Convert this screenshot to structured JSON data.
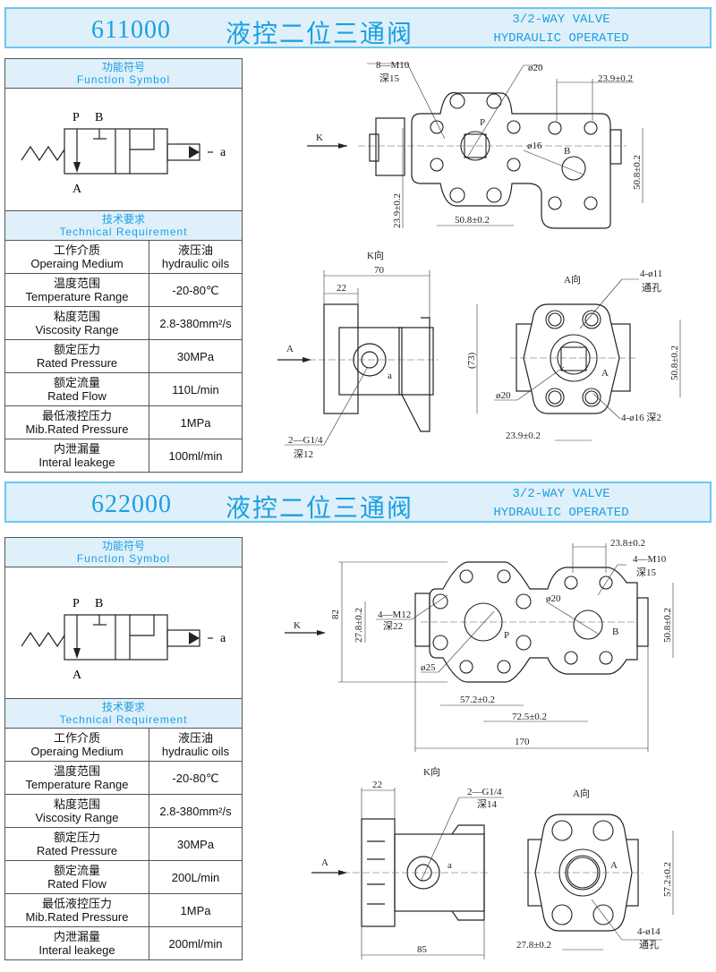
{
  "sections": [
    {
      "model": "611000",
      "title_cn": "液控二位三通阀",
      "title_en_line1": "3/2-WAY VALVE",
      "title_en_line2": "HYDRAULIC OPERATED",
      "function_symbol": {
        "title_cn": "功能符号",
        "title_en": "Function Symbol",
        "port_p": "P",
        "port_b": "B",
        "port_a": "A",
        "pilot": "a"
      },
      "tech": {
        "title_cn": "技术要求",
        "title_en": "Technical Requirement",
        "rows": [
          {
            "cn": "工作介质",
            "en": "Operaing Medium",
            "value_cn": "液压油",
            "value": "hydraulic oils"
          },
          {
            "cn": "温度范围",
            "en": "Temperature Range",
            "value": "-20-80℃"
          },
          {
            "cn": "粘度范围",
            "en": "Viscosity Range",
            "value": "2.8-380mm²/s"
          },
          {
            "cn": "额定压力",
            "en": "Rated Pressure",
            "value": "30MPa"
          },
          {
            "cn": "额定流量",
            "en": "Rated Flow",
            "value": "110L/min"
          },
          {
            "cn": "最低液控压力",
            "en": "Mib.Rated Pressure",
            "value": "1MPa"
          },
          {
            "cn": "内泄漏量",
            "en": "Interal leakege",
            "value": "100ml/min"
          }
        ]
      },
      "drawing": {
        "k": "K",
        "thread": "8—M10",
        "thread_depth": "深15",
        "dia_p": "ø20",
        "dim_top": "23.9±0.2",
        "dia_b": "ø16",
        "port_b": "B",
        "port_p": "P",
        "dim_right": "50.8±0.2",
        "dim_left": "23.9±0.2",
        "dim_bottom": "50.8±0.2",
        "kview_title": "K向",
        "kview_width": "70",
        "kview_flange": "22",
        "kview_a": "A",
        "kview_pilot": "a",
        "kview_port": "2—G1/4",
        "kview_port_depth": "深12",
        "aview_title": "A向",
        "aview_holes": "4-ø11",
        "aview_holes_note": "通孔",
        "aview_height": "(73)",
        "aview_dim_right": "50.8±0.2",
        "aview_dia": "ø20",
        "aview_a": "A",
        "aview_counterbore": "4-ø16 深2",
        "aview_dim_bottom": "23.9±0.2"
      }
    },
    {
      "model": "622000",
      "title_cn": "液控二位三通阀",
      "title_en_line1": "3/2-WAY VALVE",
      "title_en_line2": "HYDRAULIC OPERATED",
      "function_symbol": {
        "title_cn": "功能符号",
        "title_en": "Function Symbol",
        "port_p": "P",
        "port_b": "B",
        "port_a": "A",
        "pilot": "a"
      },
      "tech": {
        "title_cn": "技术要求",
        "title_en": "Technical Requirement",
        "rows": [
          {
            "cn": "工作介质",
            "en": "Operaing Medium",
            "value_cn": "液压油",
            "value": "hydraulic oils"
          },
          {
            "cn": "温度范围",
            "en": "Temperature Range",
            "value": "-20-80℃"
          },
          {
            "cn": "粘度范围",
            "en": "Viscosity Range",
            "value": "2.8-380mm²/s"
          },
          {
            "cn": "额定压力",
            "en": "Rated Pressure",
            "value": "30MPa"
          },
          {
            "cn": "额定流量",
            "en": "Rated Flow",
            "value": "200L/min"
          },
          {
            "cn": "最低液控压力",
            "en": "Mib.Rated Pressure",
            "value": "1MPa"
          },
          {
            "cn": "内泄漏量",
            "en": "Interal leakege",
            "value": "200ml/min"
          }
        ]
      },
      "drawing": {
        "dim_top": "23.8±0.2",
        "thread_b": "4—M10",
        "thread_b_depth": "深15",
        "dia_b": "ø20",
        "height": "82",
        "dim_left": "27.8±0.2",
        "thread_p": "4—M12",
        "thread_p_depth": "深22",
        "k": "K",
        "port_p": "P",
        "port_b": "B",
        "dim_right": "50.8±0.2",
        "dia_p": "ø25",
        "dim_57": "57.2±0.2",
        "dim_72": "72.5±0.2",
        "length": "170",
        "kview_title": "K向",
        "kview_flange": "22",
        "kview_port": "2—G1/4",
        "kview_port_depth": "深14",
        "kview_a": "A",
        "kview_pilot": "a",
        "kview_width": "85",
        "aview_title": "A向",
        "aview_a": "A",
        "aview_dim_right": "57.2±0.2",
        "aview_holes": "4-ø14",
        "aview_holes_note": "通孔",
        "aview_dim_bottom": "27.8±0.2"
      }
    }
  ]
}
